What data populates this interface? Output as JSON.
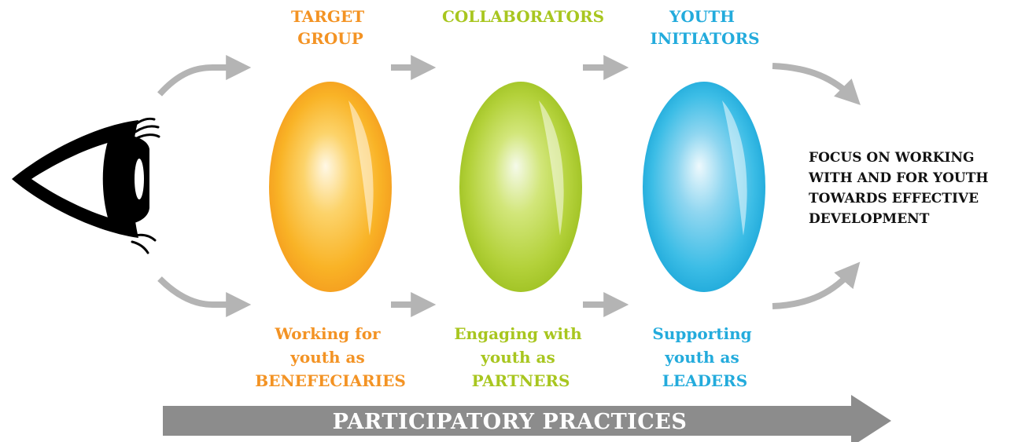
{
  "colors": {
    "orange": "#f39324",
    "green": "#a8c61f",
    "blue": "#23abdc",
    "arrow_gray": "#b4b4b4",
    "banner_gray": "#8c8c8c",
    "eye": "#000000",
    "text_dark": "#111111"
  },
  "icons": {
    "eye": "eye-icon"
  },
  "stages": [
    {
      "id": "target-group",
      "title_lines": [
        "TARGET",
        "GROUP"
      ],
      "caption_lines": [
        "Working for",
        "youth as",
        "BENEFECIARIES"
      ],
      "color": "#f39324"
    },
    {
      "id": "collaborators",
      "title_lines": [
        "COLLABORATORS"
      ],
      "caption_lines": [
        "Engaging with",
        "youth as",
        "PARTNERS"
      ],
      "color": "#a8c61f"
    },
    {
      "id": "youth-initiators",
      "title_lines": [
        "YOUTH",
        "INITIATORS"
      ],
      "caption_lines": [
        "Supporting",
        "youth as",
        "LEADERS"
      ],
      "color": "#23abdc"
    }
  ],
  "focus": {
    "lines": [
      "FOCUS ON WORKING",
      "WITH AND FOR YOUTH",
      "TOWARDS EFFECTIVE",
      "DEVELOPMENT"
    ]
  },
  "banner": {
    "label": "PARTICIPATORY PRACTICES"
  }
}
